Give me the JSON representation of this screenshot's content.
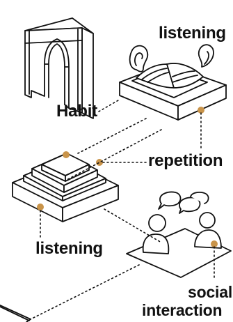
{
  "labels": {
    "listening_top": "listening",
    "habit": "Habit",
    "repetition": "repetition",
    "listening_left": "listening",
    "social": "social",
    "interaction": "interaction"
  },
  "colors": {
    "ink": "#111111",
    "accent_dot": "#c9944a",
    "paper": "#ffffff"
  },
  "icons": [
    "archway-icon",
    "book-with-ears-icon",
    "stepped-pyramid-icon",
    "people-chatting-icon",
    "empty-platform-icon"
  ]
}
